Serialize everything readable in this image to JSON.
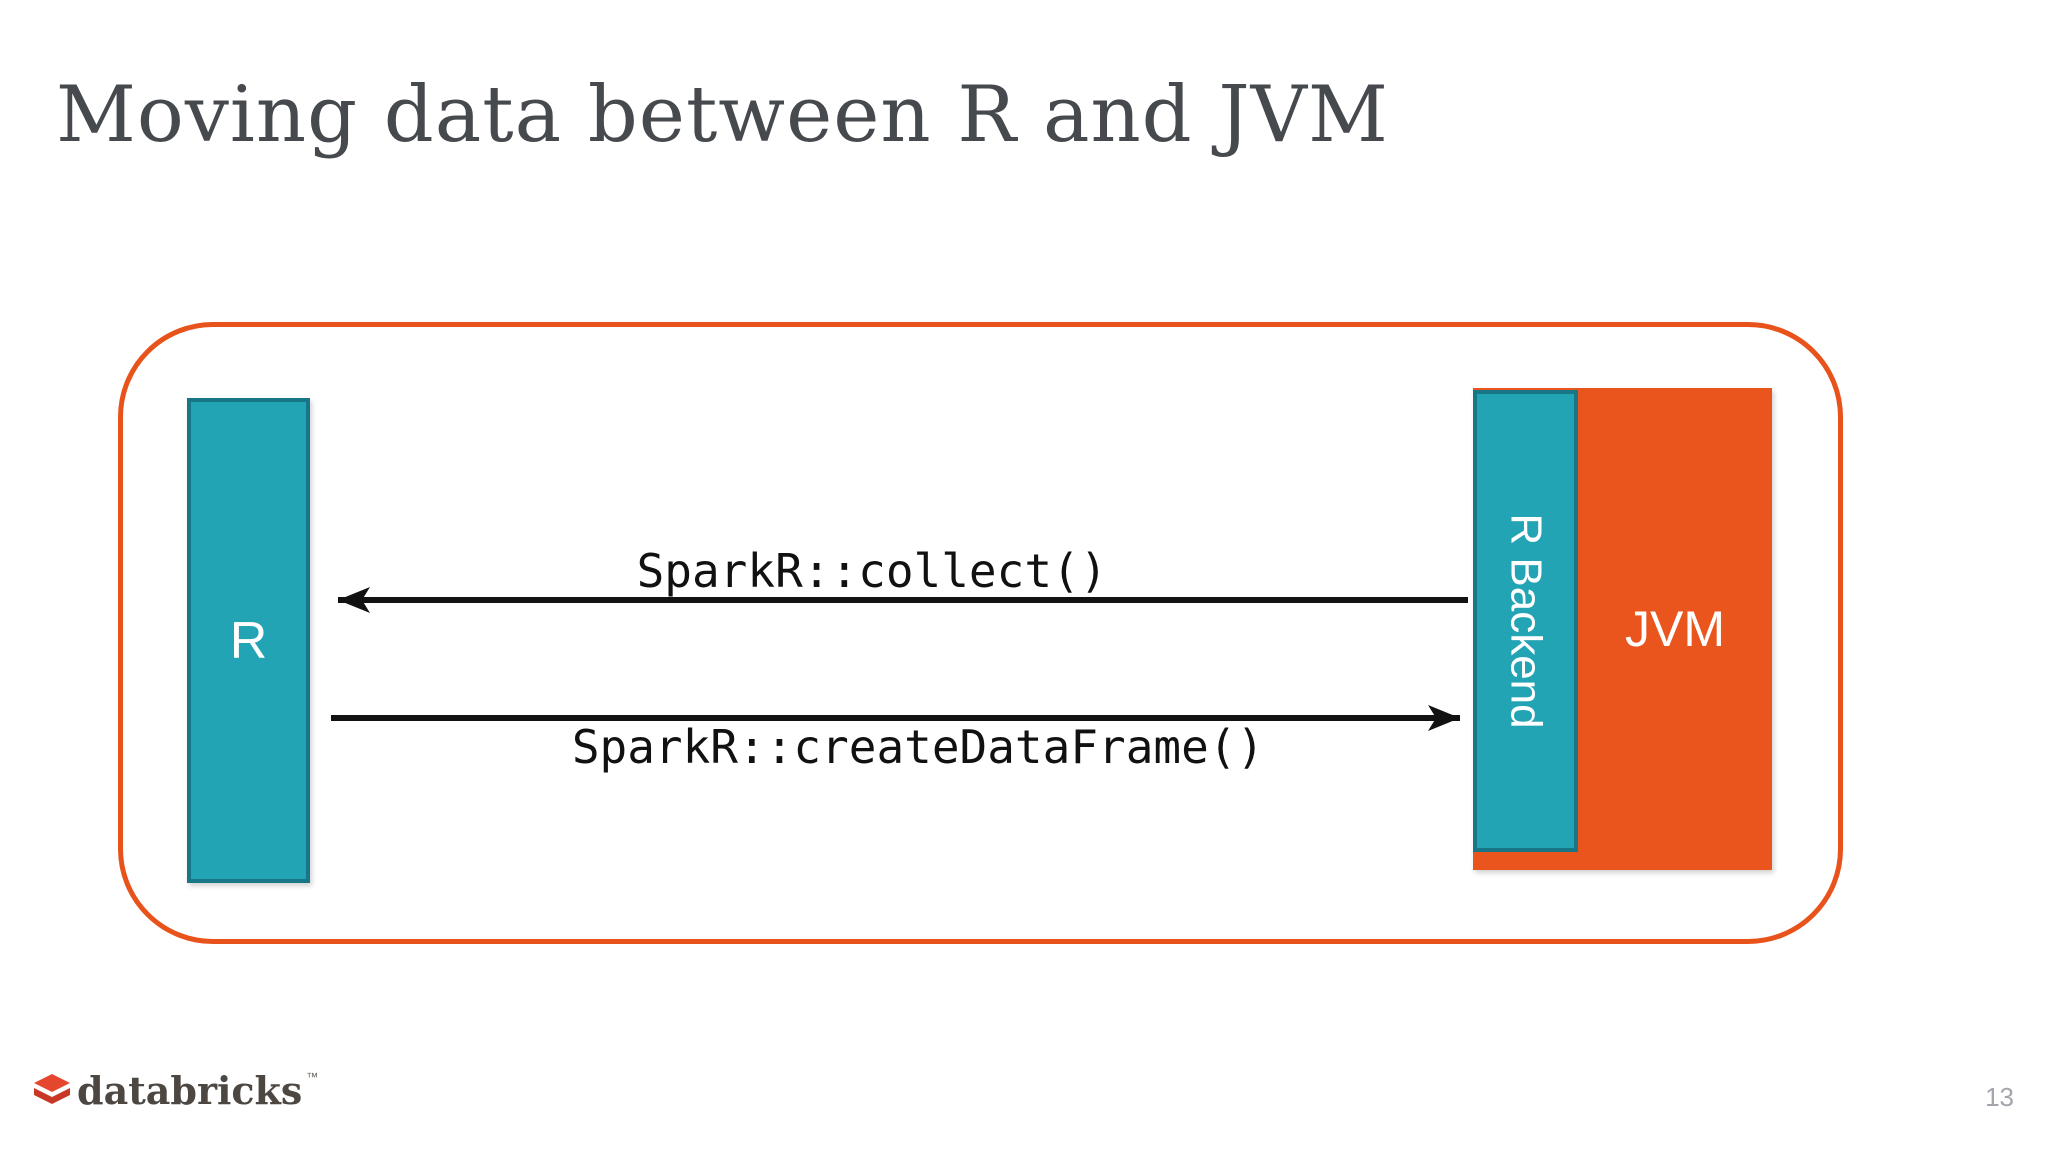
{
  "slide": {
    "title": "Moving data between R and JVM",
    "page_number": "13"
  },
  "diagram": {
    "r_box_label": "R",
    "r_backend_label": "R Backend",
    "jvm_label": "JVM",
    "arrow_top_label": "SparkR::collect()",
    "arrow_bottom_label": "SparkR::createDataFrame()",
    "colors": {
      "teal_fill": "#23a4b4",
      "teal_border": "#187687",
      "jvm_orange_fill": "#e9551d",
      "container_stroke": "#e8521b",
      "arrow_black": "#121212",
      "label_text": "#111111"
    }
  },
  "footer": {
    "brand": "databricks",
    "trademark": "TM",
    "logo_red_top": "#e5472e",
    "logo_red_bottom": "#c93826"
  }
}
